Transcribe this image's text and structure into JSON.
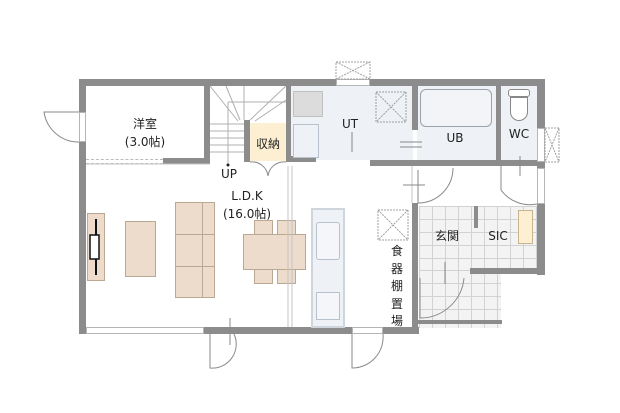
{
  "plan": {
    "rooms": [
      {
        "id": "western-room",
        "name": "洋室",
        "area": "(3.0帖)"
      },
      {
        "id": "storage",
        "name": "収納"
      },
      {
        "id": "ldk",
        "name": "L.D.K",
        "area": "(16.0帖)"
      },
      {
        "id": "utility",
        "name": "UT"
      },
      {
        "id": "unit-bath",
        "name": "UB"
      },
      {
        "id": "toilet",
        "name": "WC"
      },
      {
        "id": "entrance",
        "name": "玄関"
      },
      {
        "id": "shoe-closet",
        "name": "SIC"
      }
    ],
    "stairs_label": "UP",
    "cupboard_label": [
      "食",
      "器",
      "棚",
      "置",
      "場"
    ]
  },
  "colors": {
    "wall": "#8c8c8c",
    "wet_area": "#eef1f5",
    "furniture": "#eddccb",
    "storage": "#fdf0d2",
    "tile": "#f3f3f3"
  }
}
